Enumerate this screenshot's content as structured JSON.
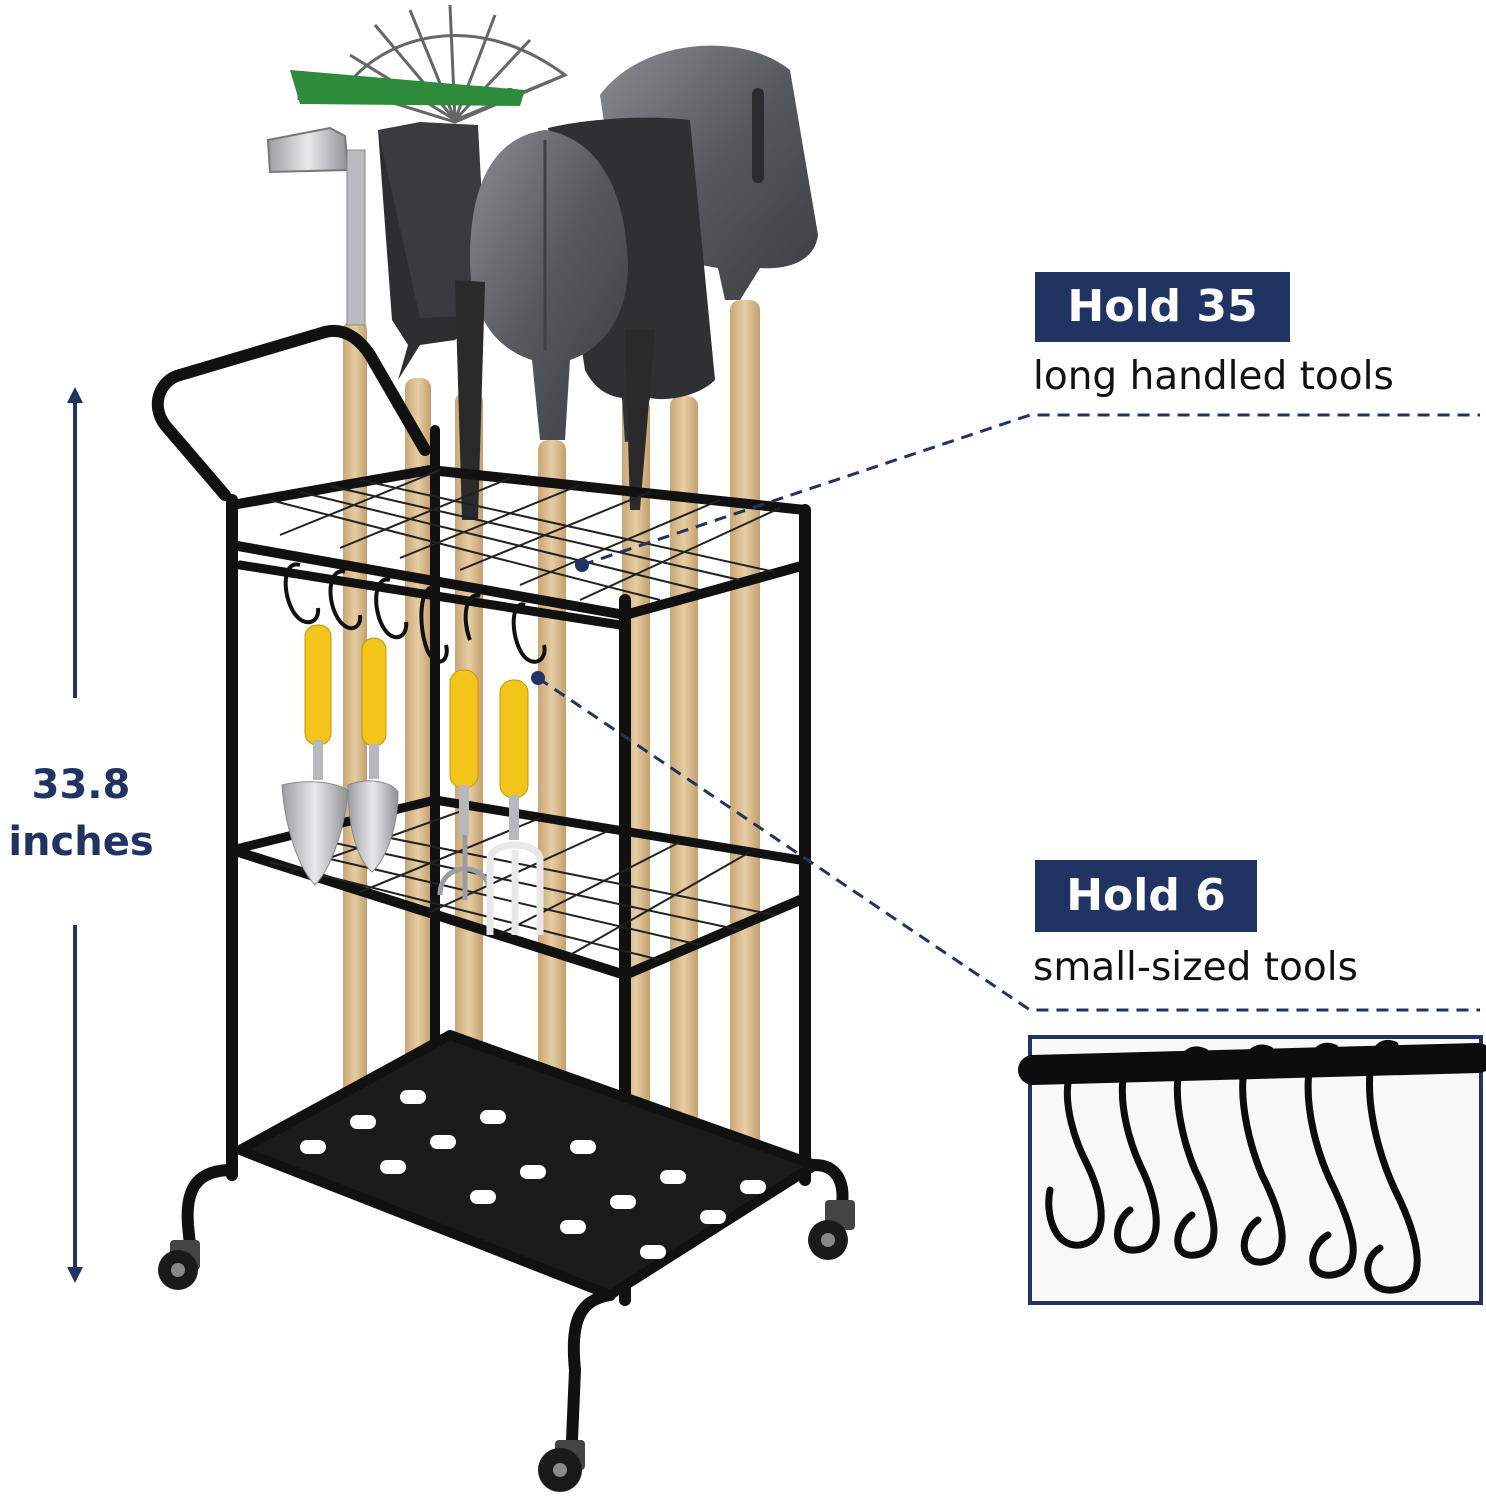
{
  "dimension": {
    "value": "33.8",
    "unit": "inches"
  },
  "callouts": [
    {
      "badge": "Hold 35",
      "caption": "long handled tools"
    },
    {
      "badge": "Hold 6",
      "caption": "small-sized tools"
    }
  ],
  "colors": {
    "navy": "#1f3462",
    "frame": "#111111",
    "wood": "#d8b88a",
    "steel": "#5f6266",
    "handle_yellow": "#f3c41a",
    "rake_green": "#2e8b3c"
  }
}
